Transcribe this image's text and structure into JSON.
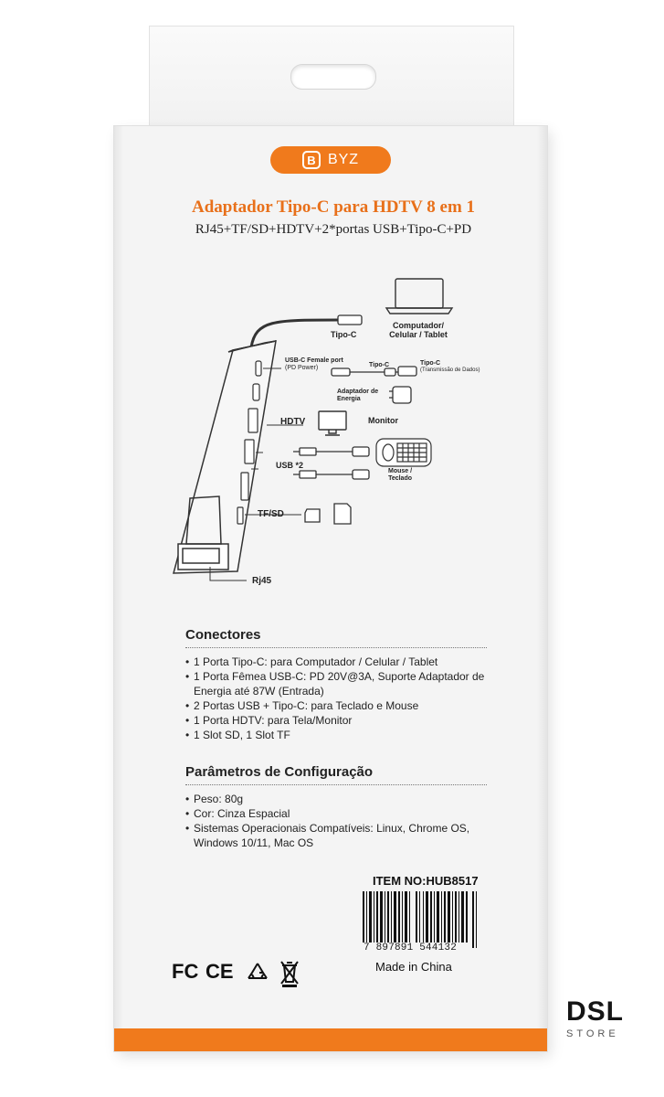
{
  "package": {
    "brand": "BYZ",
    "logo_mark": "B",
    "title": "Adaptador Tipo-C para HDTV 8 em 1",
    "subtitle": "RJ45+TF/SD+HDTV+2*portas USB+Tipo-C+PD",
    "accent_color": "#f07a1c"
  },
  "diagram": {
    "computer_label": "Computador/\nCelular / Tablet",
    "typec_label": "Tipo-C",
    "usbc_female_label": "USB-C Female port",
    "pd_power_label": "(PD Power)",
    "typec_mid_label": "Tipo-C",
    "typec_right_label": "Tipo-C",
    "data_transfer_label": "(Transmissão de Dados)",
    "power_adapter_label": "Adaptador de\nEnergia",
    "hdtv_label": "HDTV",
    "monitor_label": "Monitor",
    "usb_label": "USB *2",
    "mouse_keyboard_label": "Mouse /\nTeclado",
    "tfsd_label": "TF/SD",
    "rj45_label": "Rj45"
  },
  "connectors": {
    "heading": "Conectores",
    "items": [
      "1 Porta Tipo-C: para Computador / Celular / Tablet",
      "1 Porta Fêmea USB-C: PD 20V@3A, Suporte Adaptador de Energia até 87W (Entrada)",
      "2 Portas USB + Tipo-C: para Teclado e Mouse",
      "1 Porta HDTV: para Tela/Monitor",
      "1 Slot SD, 1 Slot TF"
    ]
  },
  "config": {
    "heading": "Parâmetros de Configuração",
    "items": [
      "Peso: 80g",
      "Cor: Cinza Espacial",
      "Sistemas Operacionais Compatíveis: Linux, Chrome OS, Windows 10/11, Mac OS"
    ]
  },
  "footer": {
    "item_no": "ITEM NO:HUB8517",
    "barcode_digits": "7 897891 544132",
    "made_in": "Made in China",
    "cert_fc": "FC",
    "cert_ce": "CE"
  },
  "watermark": {
    "dsl": "DSL",
    "store": "STORE"
  }
}
